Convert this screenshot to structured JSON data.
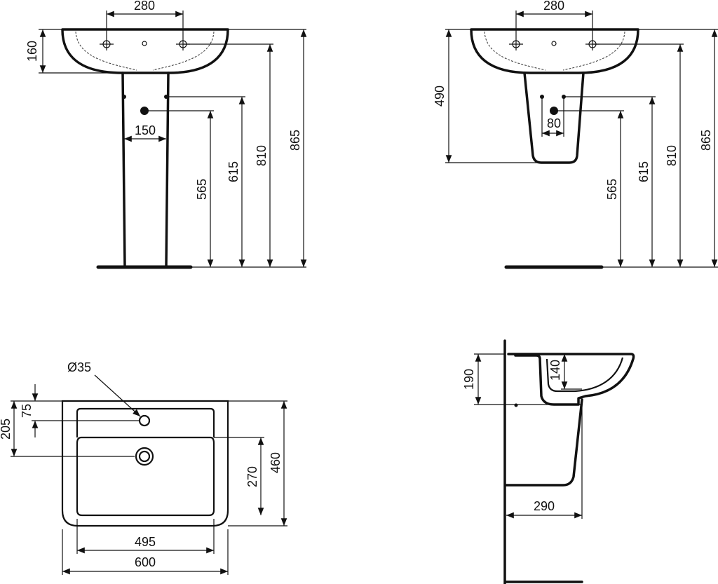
{
  "front_pedestal_view": {
    "tap_spacing": "280",
    "basin_depth": "160",
    "fixing_spacing": "150",
    "waste_height": "565",
    "fixing_height": "615",
    "tap_height": "810",
    "rim_height": "865"
  },
  "front_semi_pedestal_view": {
    "tap_spacing": "280",
    "semi_pedestal_drop": "490",
    "fixing_spacing": "80",
    "waste_height": "565",
    "fixing_height": "615",
    "tap_height": "810",
    "rim_height": "865"
  },
  "plan_view": {
    "tap_hole_diameter": "Ø35",
    "tap_hole_offset": "75",
    "waste_offset": "205",
    "bowl_depth": "270",
    "overall_depth": "460",
    "bowl_width": "495",
    "overall_width": "600"
  },
  "side_view": {
    "basin_height": "190",
    "bowl_depth": "140",
    "semi_pedestal_projection": "290"
  },
  "colors": {
    "line": "#111111",
    "background": "#ffffff"
  }
}
